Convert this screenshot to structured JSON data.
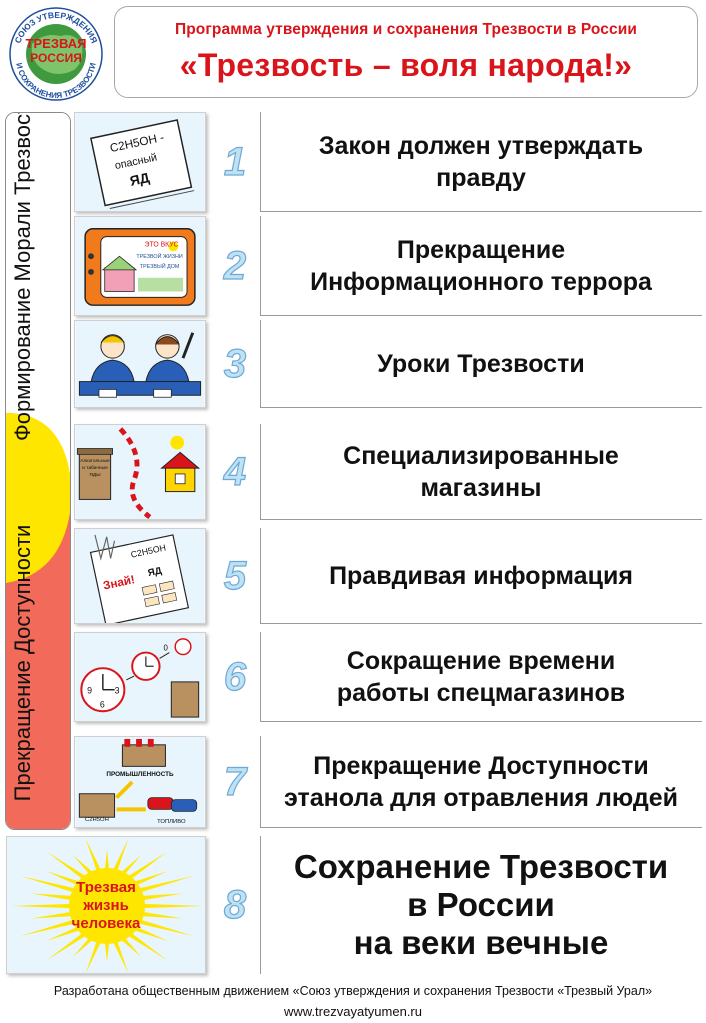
{
  "logo": {
    "ring_text": "Союз утверждения и сохранения трезвости",
    "center_text": "ТРЕЗВАЯ РОССИЯ"
  },
  "header": {
    "subtitle": "Программа утверждения и сохранения Трезвости в России",
    "title": "«Трезвость – воля народа!»"
  },
  "sidebar": {
    "top_label": "Формирование\nМорали Трезвости",
    "bottom_label": "Прекращение\nДоступности"
  },
  "rows": [
    {
      "num": "1",
      "text": "Закон должен утверждать\nправду",
      "pic_text": [
        "C2H5OH -",
        "опасный",
        "ЯД"
      ]
    },
    {
      "num": "2",
      "text": "Прекращение\nИнформационного террора",
      "pic_text": [
        "ЭТО ВКУС",
        "ТРЕЗВОЙ ЖИЗНИ",
        "ТРЕЗВЫЙ ДОМ"
      ]
    },
    {
      "num": "3",
      "text": "Уроки Трезвости",
      "pic_text": []
    },
    {
      "num": "4",
      "text": "Специализированные\nмагазины",
      "pic_text": [
        "Алкогольные",
        "и табачные",
        "ЯДЫ"
      ]
    },
    {
      "num": "5",
      "text": "Правдивая информация",
      "pic_text": [
        "C2H5OH",
        "Знай!",
        "ЯД"
      ]
    },
    {
      "num": "6",
      "text": "Сокращение времени\nработы спецмагазинов",
      "pic_text": [
        "9",
        "3",
        "6",
        "0"
      ]
    },
    {
      "num": "7",
      "text": "Прекращение Доступности\nэтанола для отравления людей",
      "pic_text": [
        "ПРОМЫШЛЕННОСТЬ",
        "C2H5OH",
        "ТОПЛИВО"
      ]
    }
  ],
  "final": {
    "num": "8",
    "text": "Сохранение Трезвости\nв России\nна веки вечные",
    "sun_text": "Трезвая\nжизнь\nчеловека"
  },
  "footer": {
    "line1": "Разработана общественным движением «Союз утверждения и сохранения Трезвости «Трезвый Урал»",
    "line2": "www.trezvayatyumen.ru"
  },
  "colors": {
    "accent_red": "#d9141a",
    "sidebar_red": "#f26a5a",
    "sidebar_yellow": "#ffe600",
    "number_fill": "#bfe2f3",
    "number_stroke": "#6ea8d8"
  }
}
